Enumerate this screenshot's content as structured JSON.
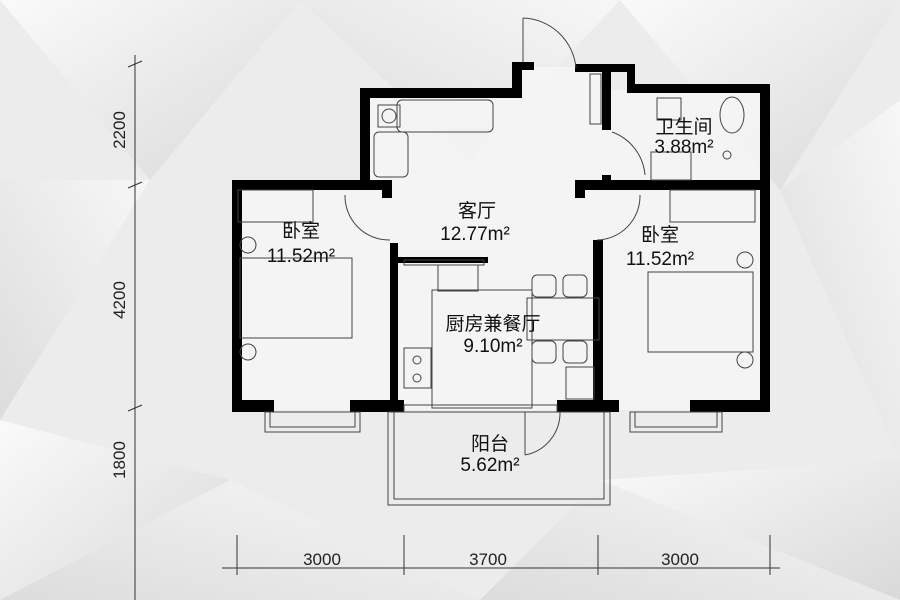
{
  "rooms": [
    {
      "name": "卧室",
      "area": "11.52m²"
    },
    {
      "name": "客厅",
      "area": "12.77m²"
    },
    {
      "name": "卫生间",
      "area": "3.88m²"
    },
    {
      "name": "卧室",
      "area": "11.52m²"
    },
    {
      "name": "厨房兼餐厅",
      "area": "9.10m²"
    },
    {
      "name": "阳台",
      "area": "5.62m²"
    }
  ],
  "dimensions": {
    "vertical": [
      "2200",
      "4200",
      "1800"
    ],
    "horizontal": [
      "3000",
      "3700",
      "3000"
    ]
  }
}
